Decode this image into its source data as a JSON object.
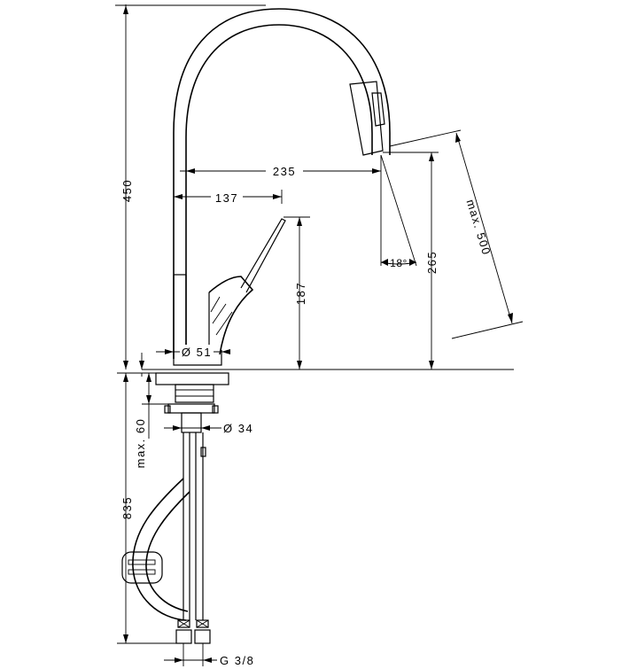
{
  "dimensions": {
    "total_height": "450",
    "spout_reach": "235",
    "lever_reach": "137",
    "lever_height": "187",
    "outlet_height": "265",
    "outlet_angle": "18°",
    "pull_out_length": "max. 500",
    "base_diameter": "Ø 51",
    "deck_thickness": "max. 60",
    "shank_diameter": "Ø 34",
    "hose_length": "835",
    "connection_thread": "G 3/8"
  }
}
